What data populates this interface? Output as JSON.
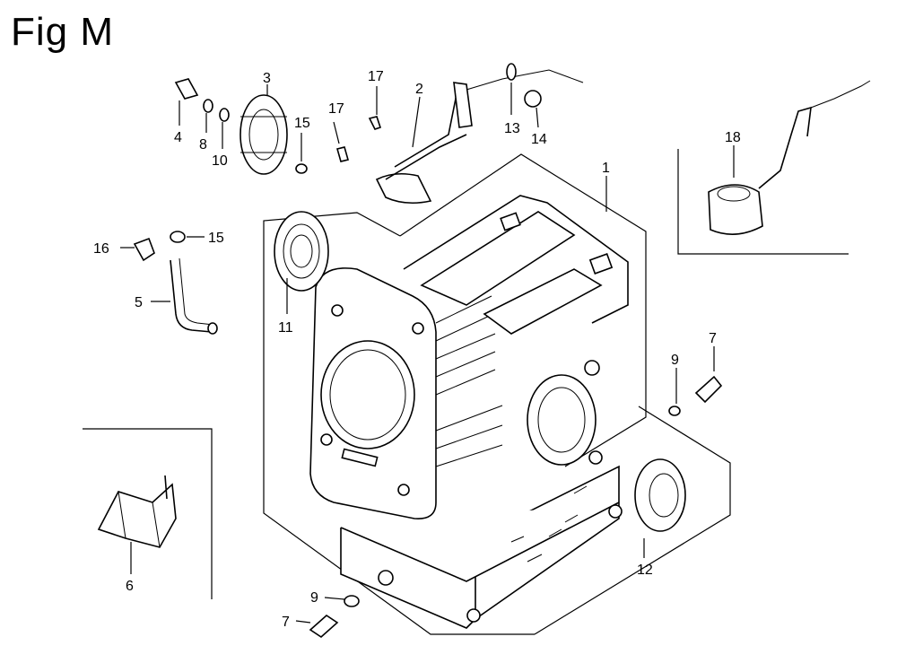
{
  "figure": {
    "title": "Fig M"
  },
  "callouts": [
    {
      "id": "c1",
      "text": "1"
    },
    {
      "id": "c2",
      "text": "2"
    },
    {
      "id": "c3",
      "text": "3"
    },
    {
      "id": "c4",
      "text": "4"
    },
    {
      "id": "c5",
      "text": "5"
    },
    {
      "id": "c6",
      "text": "6"
    },
    {
      "id": "c7a",
      "text": "7"
    },
    {
      "id": "c7b",
      "text": "7"
    },
    {
      "id": "c8",
      "text": "8"
    },
    {
      "id": "c9a",
      "text": "9"
    },
    {
      "id": "c9b",
      "text": "9"
    },
    {
      "id": "c10",
      "text": "10"
    },
    {
      "id": "c11",
      "text": "11"
    },
    {
      "id": "c12",
      "text": "12"
    },
    {
      "id": "c13",
      "text": "13"
    },
    {
      "id": "c14",
      "text": "14"
    },
    {
      "id": "c15a",
      "text": "15"
    },
    {
      "id": "c15b",
      "text": "15"
    },
    {
      "id": "c16",
      "text": "16"
    },
    {
      "id": "c17a",
      "text": "17"
    },
    {
      "id": "c17b",
      "text": "17"
    },
    {
      "id": "c18",
      "text": "18"
    }
  ]
}
